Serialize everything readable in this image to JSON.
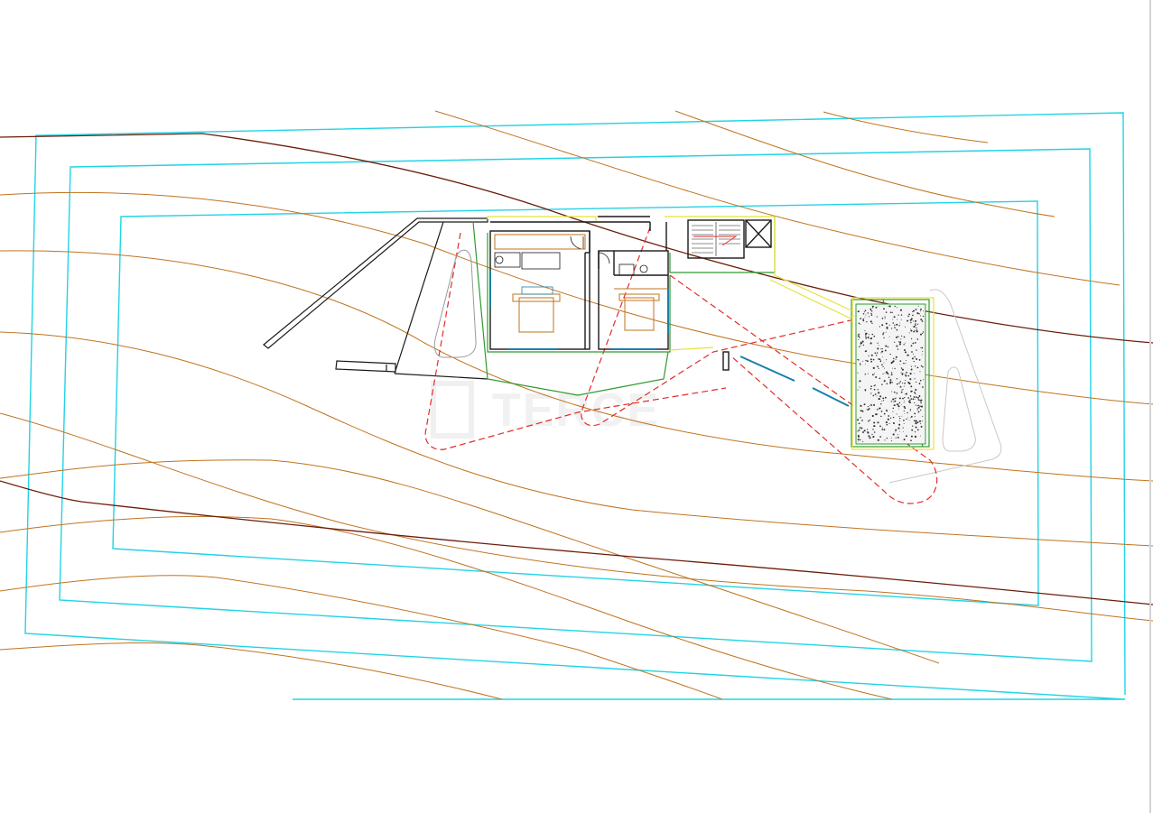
{
  "drawing": {
    "type": "site-plan",
    "layers": [
      "site-boundary",
      "contour-lines",
      "road-line",
      "building-walls",
      "terraces",
      "pool",
      "access-path"
    ],
    "colors": {
      "site_boundary": "#22d3e6",
      "contour": "#c0731f",
      "road_line": "#6b1d0a",
      "walls": "#1a1a1a",
      "terrace_outline": "#2f9a2f",
      "yellow_outline": "#e6e23a",
      "access_path": "#e52a2a",
      "furniture": "#c0731f",
      "glazing": "#1a7fa8",
      "pool_fill": "#f4f4f4",
      "paving_outline": "#c8c8c8"
    }
  },
  "watermark": {
    "text": "TERCE",
    "color": "#e9e9e9"
  }
}
